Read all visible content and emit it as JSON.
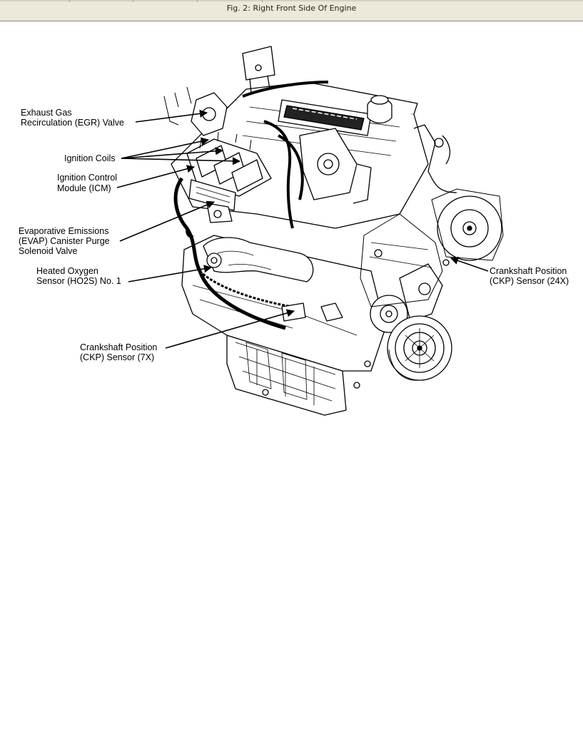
{
  "window": {
    "caption": "Fig. 2: Right Front Side Of Engine"
  },
  "labels": {
    "egr_line1": "Exhaust Gas",
    "egr_line2": "Recirculation (EGR) Valve",
    "coils": "Ignition Coils",
    "icm_line1": "Ignition Control",
    "icm_line2": "Module (ICM)",
    "evap_line1": "Evaporative Emissions",
    "evap_line2": "(EVAP) Canister Purge",
    "evap_line3": "Solenoid Valve",
    "ho2s_line1": "Heated Oxygen",
    "ho2s_line2": "Sensor (HO2S) No. 1",
    "ckp7_line1": "Crankshaft Position",
    "ckp7_line2": "(CKP) Sensor (7X)",
    "ckp24_line1": "Crankshaft Position",
    "ckp24_line2": "(CKP) Sensor (24X)"
  },
  "colors": {
    "titlebar_bg": "#ece9d8",
    "ink": "#000000"
  }
}
